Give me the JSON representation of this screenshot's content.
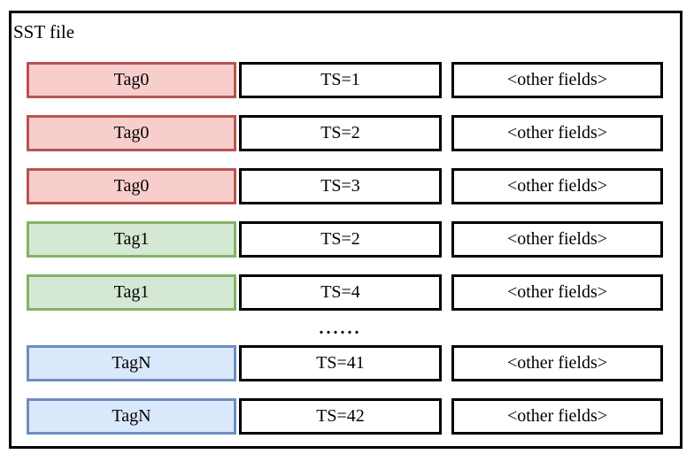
{
  "diagram": {
    "title": "SST file",
    "ellipsis": "......",
    "colors": {
      "tag0_fill": "#f8cecc",
      "tag0_stroke": "#b85450",
      "tag1_fill": "#d5e8d4",
      "tag1_stroke": "#82b366",
      "tagN_fill": "#dae8fc",
      "tagN_stroke": "#6c8ebf",
      "record_stroke": "#000000"
    },
    "rows": [
      {
        "tag": "Tag0",
        "ts": "TS=1",
        "other": "<other fields>",
        "group": "tag0"
      },
      {
        "tag": "Tag0",
        "ts": "TS=2",
        "other": "<other fields>",
        "group": "tag0"
      },
      {
        "tag": "Tag0",
        "ts": "TS=3",
        "other": "<other fields>",
        "group": "tag0"
      },
      {
        "tag": "Tag1",
        "ts": "TS=2",
        "other": "<other fields>",
        "group": "tag1"
      },
      {
        "tag": "Tag1",
        "ts": "TS=4",
        "other": "<other fields>",
        "group": "tag1"
      },
      {
        "tag": "TagN",
        "ts": "TS=41",
        "other": "<other fields>",
        "group": "tagN"
      },
      {
        "tag": "TagN",
        "ts": "TS=42",
        "other": "<other fields>",
        "group": "tagN"
      }
    ]
  }
}
